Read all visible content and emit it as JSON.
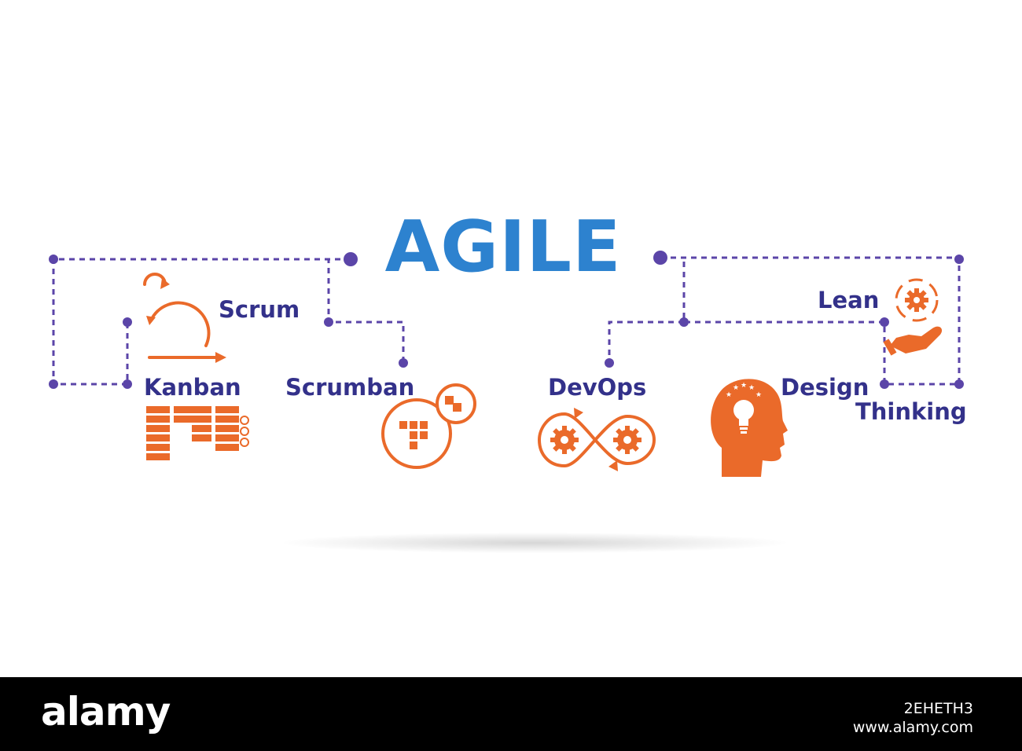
{
  "title": "AGILE",
  "labels": {
    "scrum": "Scrum",
    "kanban": "Kanban",
    "scrumban": "Scrumban",
    "devops": "DevOps",
    "lean": "Lean",
    "design_line1": "Design",
    "design_line2": "Thinking"
  },
  "colors": {
    "title": "#2d82cf",
    "label": "#33318a",
    "connector": "#5b45a8",
    "icon": "#ea6a2a"
  },
  "icons": [
    "scrum-cycle-icon",
    "kanban-board-icon",
    "scrumban-icon",
    "devops-gears-icon",
    "design-thinking-head-icon",
    "lean-hand-gear-icon"
  ],
  "footer": {
    "logo": "alamy",
    "image_id": "2EHETH3",
    "url": "www.alamy.com"
  }
}
